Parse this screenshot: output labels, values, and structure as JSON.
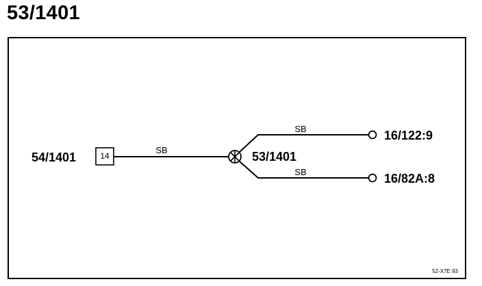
{
  "page_title": "53/1401",
  "connector": {
    "label": "54/1401",
    "pin": "14"
  },
  "wires": [
    {
      "name": "main",
      "color": "SB"
    },
    {
      "name": "upper",
      "color": "SB"
    },
    {
      "name": "lower",
      "color": "SB"
    }
  ],
  "splice": {
    "label": "53/1401"
  },
  "terminals": [
    {
      "label": "16/122:9"
    },
    {
      "label": "16/82A:8"
    }
  ],
  "drawing_code": "52-X7E 93"
}
